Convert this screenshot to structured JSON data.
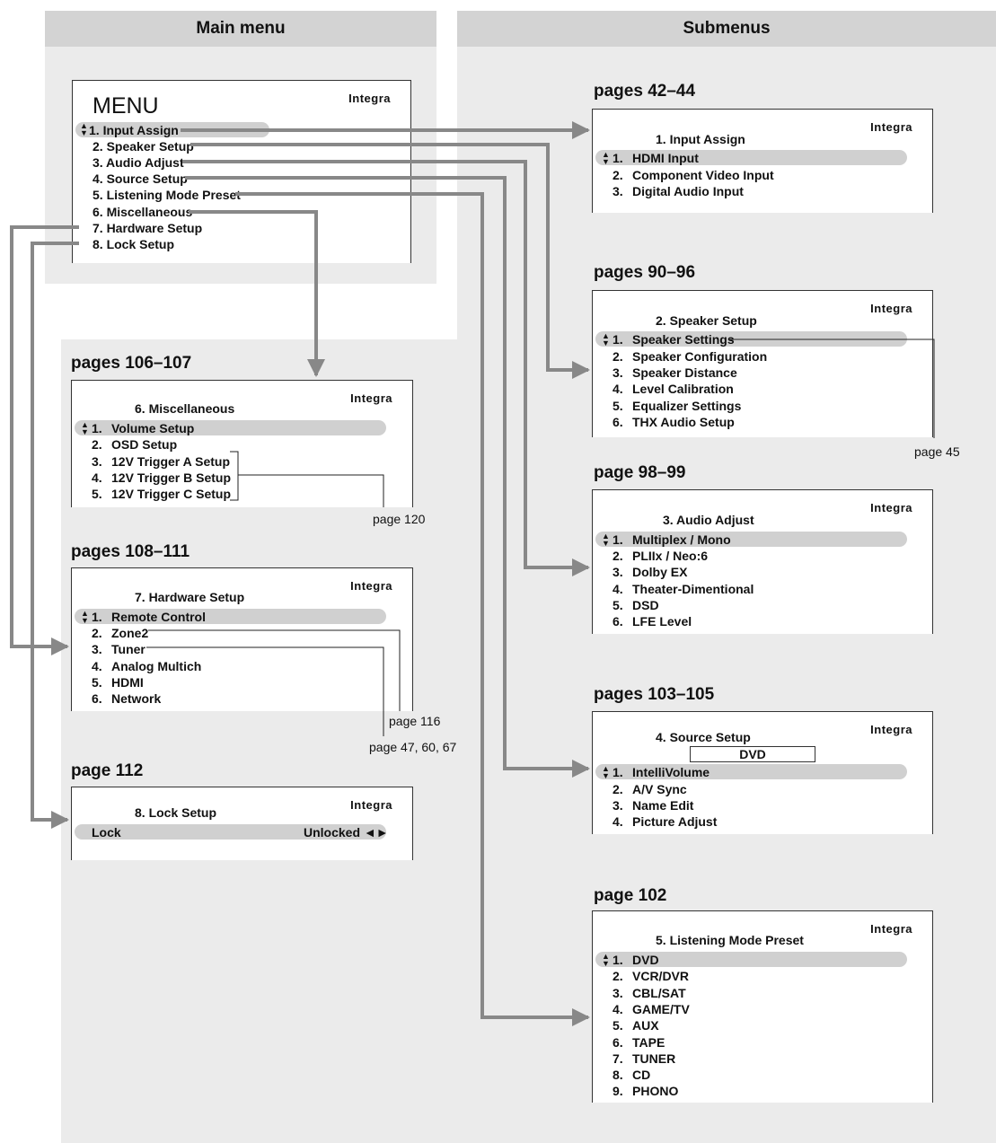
{
  "headers": {
    "main": "Main menu",
    "sub": "Submenus"
  },
  "logo": "Integra",
  "main_menu": {
    "title": "MENU",
    "items": [
      "1. Input Assign",
      "2. Speaker Setup",
      "3. Audio Adjust",
      "4. Source Setup",
      "5. Listening Mode Preset",
      "6. Miscellaneous",
      "7. Hardware Setup",
      "8. Lock Setup"
    ]
  },
  "input_assign": {
    "pages": "pages 42–44",
    "title": "1.   Input Assign",
    "items": [
      {
        "n": "1.",
        "t": "HDMI Input"
      },
      {
        "n": "2.",
        "t": "Component Video Input"
      },
      {
        "n": "3.",
        "t": "Digital Audio Input"
      }
    ]
  },
  "speaker_setup": {
    "pages": "pages 90–96",
    "title": "2.   Speaker Setup",
    "items": [
      {
        "n": "1.",
        "t": "Speaker Settings"
      },
      {
        "n": "2.",
        "t": "Speaker Configuration"
      },
      {
        "n": "3.",
        "t": "Speaker Distance"
      },
      {
        "n": "4.",
        "t": "Level Calibration"
      },
      {
        "n": "5.",
        "t": "Equalizer Settings"
      },
      {
        "n": "6.",
        "t": "THX Audio Setup"
      }
    ],
    "ref": "page 45"
  },
  "audio_adjust": {
    "pages": "page 98–99",
    "title": "3.   Audio Adjust",
    "items": [
      {
        "n": "1.",
        "t": "Multiplex / Mono"
      },
      {
        "n": "2.",
        "t": "PLIIx / Neo:6"
      },
      {
        "n": "3.",
        "t": "Dolby EX"
      },
      {
        "n": "4.",
        "t": "Theater-Dimentional"
      },
      {
        "n": "5.",
        "t": "DSD"
      },
      {
        "n": "6.",
        "t": "LFE Level"
      }
    ]
  },
  "source_setup": {
    "pages": "pages 103–105",
    "title": "4.   Source Setup",
    "source": "DVD",
    "items": [
      {
        "n": "1.",
        "t": "IntelliVolume"
      },
      {
        "n": "2.",
        "t": "A/V Sync"
      },
      {
        "n": "3.",
        "t": "Name Edit"
      },
      {
        "n": "4.",
        "t": "Picture Adjust"
      }
    ]
  },
  "listening_mode": {
    "pages": "page 102",
    "title": "5.   Listening Mode Preset",
    "items": [
      {
        "n": "1.",
        "t": "DVD"
      },
      {
        "n": "2.",
        "t": "VCR/DVR"
      },
      {
        "n": "3.",
        "t": "CBL/SAT"
      },
      {
        "n": "4.",
        "t": "GAME/TV"
      },
      {
        "n": "5.",
        "t": "AUX"
      },
      {
        "n": "6.",
        "t": "TAPE"
      },
      {
        "n": "7.",
        "t": "TUNER"
      },
      {
        "n": "8.",
        "t": "CD"
      },
      {
        "n": "9.",
        "t": "PHONO"
      }
    ]
  },
  "misc": {
    "pages": "pages 106–107",
    "title": "6.   Miscellaneous",
    "items": [
      {
        "n": "1.",
        "t": "Volume Setup"
      },
      {
        "n": "2.",
        "t": "OSD Setup"
      },
      {
        "n": "3.",
        "t": "12V Trigger A Setup"
      },
      {
        "n": "4.",
        "t": "12V Trigger B Setup"
      },
      {
        "n": "5.",
        "t": "12V Trigger C Setup"
      }
    ],
    "ref": "page 120"
  },
  "hardware": {
    "pages": "pages 108–111",
    "title": "7.   Hardware Setup",
    "items": [
      {
        "n": "1.",
        "t": "Remote Control"
      },
      {
        "n": "2.",
        "t": "Zone2"
      },
      {
        "n": "3.",
        "t": "Tuner"
      },
      {
        "n": "4.",
        "t": "Analog Multich"
      },
      {
        "n": "5.",
        "t": "HDMI"
      },
      {
        "n": "6.",
        "t": "Network"
      }
    ],
    "ref_zone2": "page 116",
    "ref_tuner": "page 47, 60, 67"
  },
  "lock": {
    "pages": "page 112",
    "title": "8.   Lock Setup",
    "label": "Lock",
    "value": "Unlocked ◄►"
  }
}
